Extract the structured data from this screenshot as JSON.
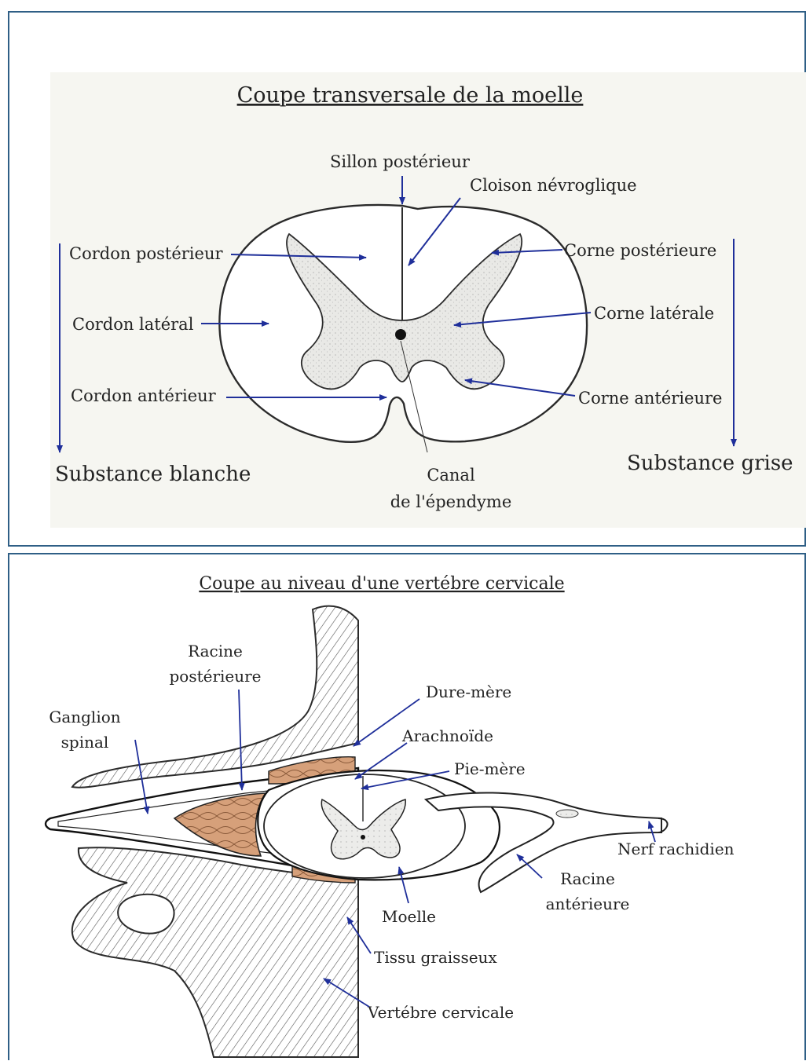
{
  "top_diagram": {
    "title": "Coupe transversale de la moelle",
    "labels": {
      "sillon_posterieur": "Sillon postérieur",
      "cloison_nevroglique": "Cloison névroglique",
      "cordon_posterieur": "Cordon postérieur",
      "cordon_lateral": "Cordon latéral",
      "cordon_anterieur": "Cordon antérieur",
      "corne_posterieure": "Corne postérieure",
      "corne_laterale": "Corne latérale",
      "corne_anterieure": "Corne antérieure",
      "substance_blanche": "Substance blanche",
      "substance_grise": "Substance grise",
      "canal_line1": "Canal",
      "canal_line2": "de l'épendyme"
    }
  },
  "bottom_diagram": {
    "title": "Coupe au niveau d'une vertébre cervicale",
    "labels": {
      "racine_post_line1": "Racine",
      "racine_post_line2": "postérieure",
      "ganglion_line1": "Ganglion",
      "ganglion_line2": "spinal",
      "dure_mere": "Dure-mère",
      "arachnoide": "Arachnoïde",
      "pie_mere": "Pie-mère",
      "nerf_rachidien": "Nerf rachidien",
      "racine_ant_line1": "Racine",
      "racine_ant_line2": "antérieure",
      "moelle": "Moelle",
      "tissu_graisseux": "Tissu graisseux",
      "vertebre_cervicale": "Vertébre cervicale"
    }
  },
  "colors": {
    "frame": "#2f5f86",
    "arrow": "#1f2f9a",
    "grey_matter": "#e7e7e4",
    "fat": "#d9a27a",
    "line": "#2b2b2b"
  }
}
